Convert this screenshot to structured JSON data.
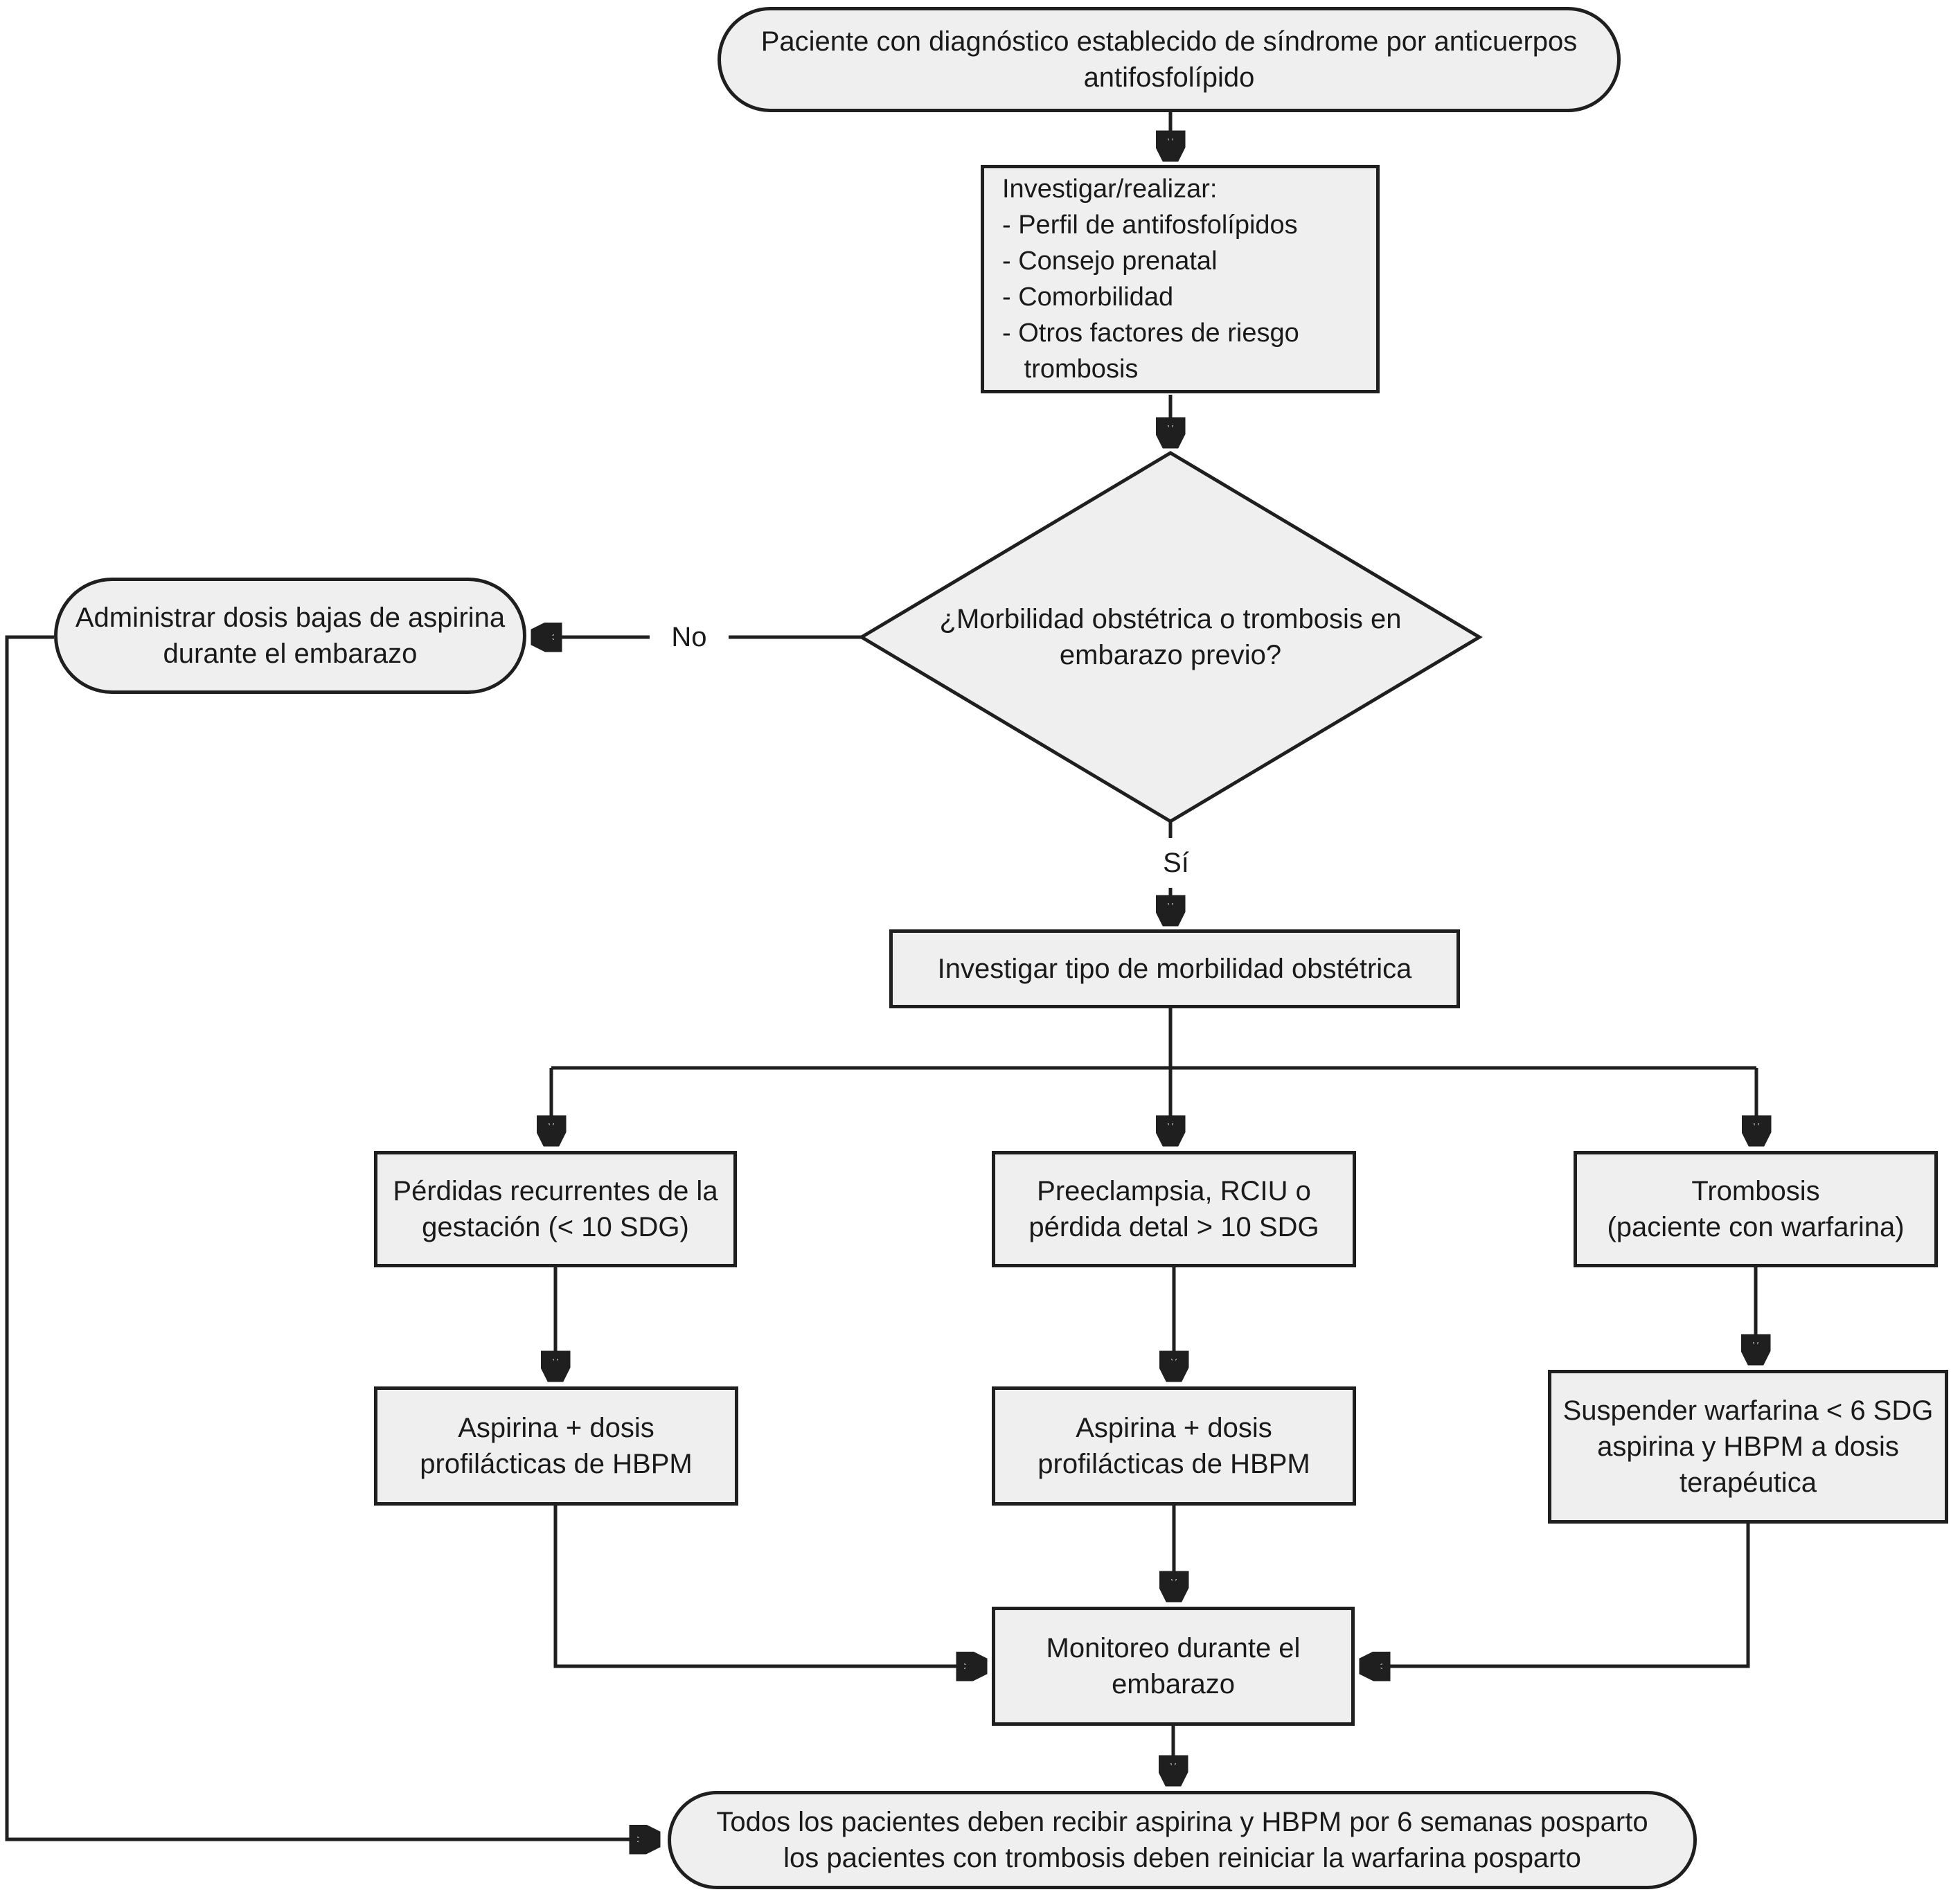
{
  "flowchart": {
    "colors": {
      "node_fill": "#efefef",
      "node_border": "#1f1f1f",
      "text": "#1a1a1a",
      "background": "#ffffff"
    },
    "labels": {
      "no": "No",
      "yes": "Sí"
    },
    "nodes": {
      "start": "Paciente con diagnóstico establecido de síndrome por anticuerpos\nantifosfolípido",
      "investigate": "Investigar/realizar:\n- Perfil de antifosfolípidos\n- Consejo prenatal\n- Comorbilidad\n- Otros factores de riesgo\n   trombosis",
      "decision": "¿Morbilidad obstétrica o trombosis en\nembarazo previo?",
      "aspirin_low_dose": "Administrar dosis bajas de aspirina\ndurante el embarazo",
      "investigate_type": "Investigar tipo de morbilidad obstétrica",
      "recurrent_losses": "Pérdidas recurrentes de la\ngestación (< 10 SDG)",
      "preeclampsia": "Preeclampsia, RCIU o\npérdida detal > 10 SDG",
      "thrombosis": "Trombosis\n(paciente con warfarina)",
      "aspirin_hbpm_left": "Aspirina + dosis\nprofilácticas de HBPM",
      "aspirin_hbpm_middle": "Aspirina + dosis\nprofilácticas de HBPM",
      "suspend_warfarin": "Suspender warfarina < 6 SDG\naspirina y HBPM a dosis\nterapéutica",
      "monitoring": "Monitoreo durante el\nembarazo",
      "end": "Todos los pacientes deben recibir aspirina y HBPM por 6 semanas posparto\nlos pacientes con trombosis deben reiniciar la warfarina posparto"
    }
  }
}
